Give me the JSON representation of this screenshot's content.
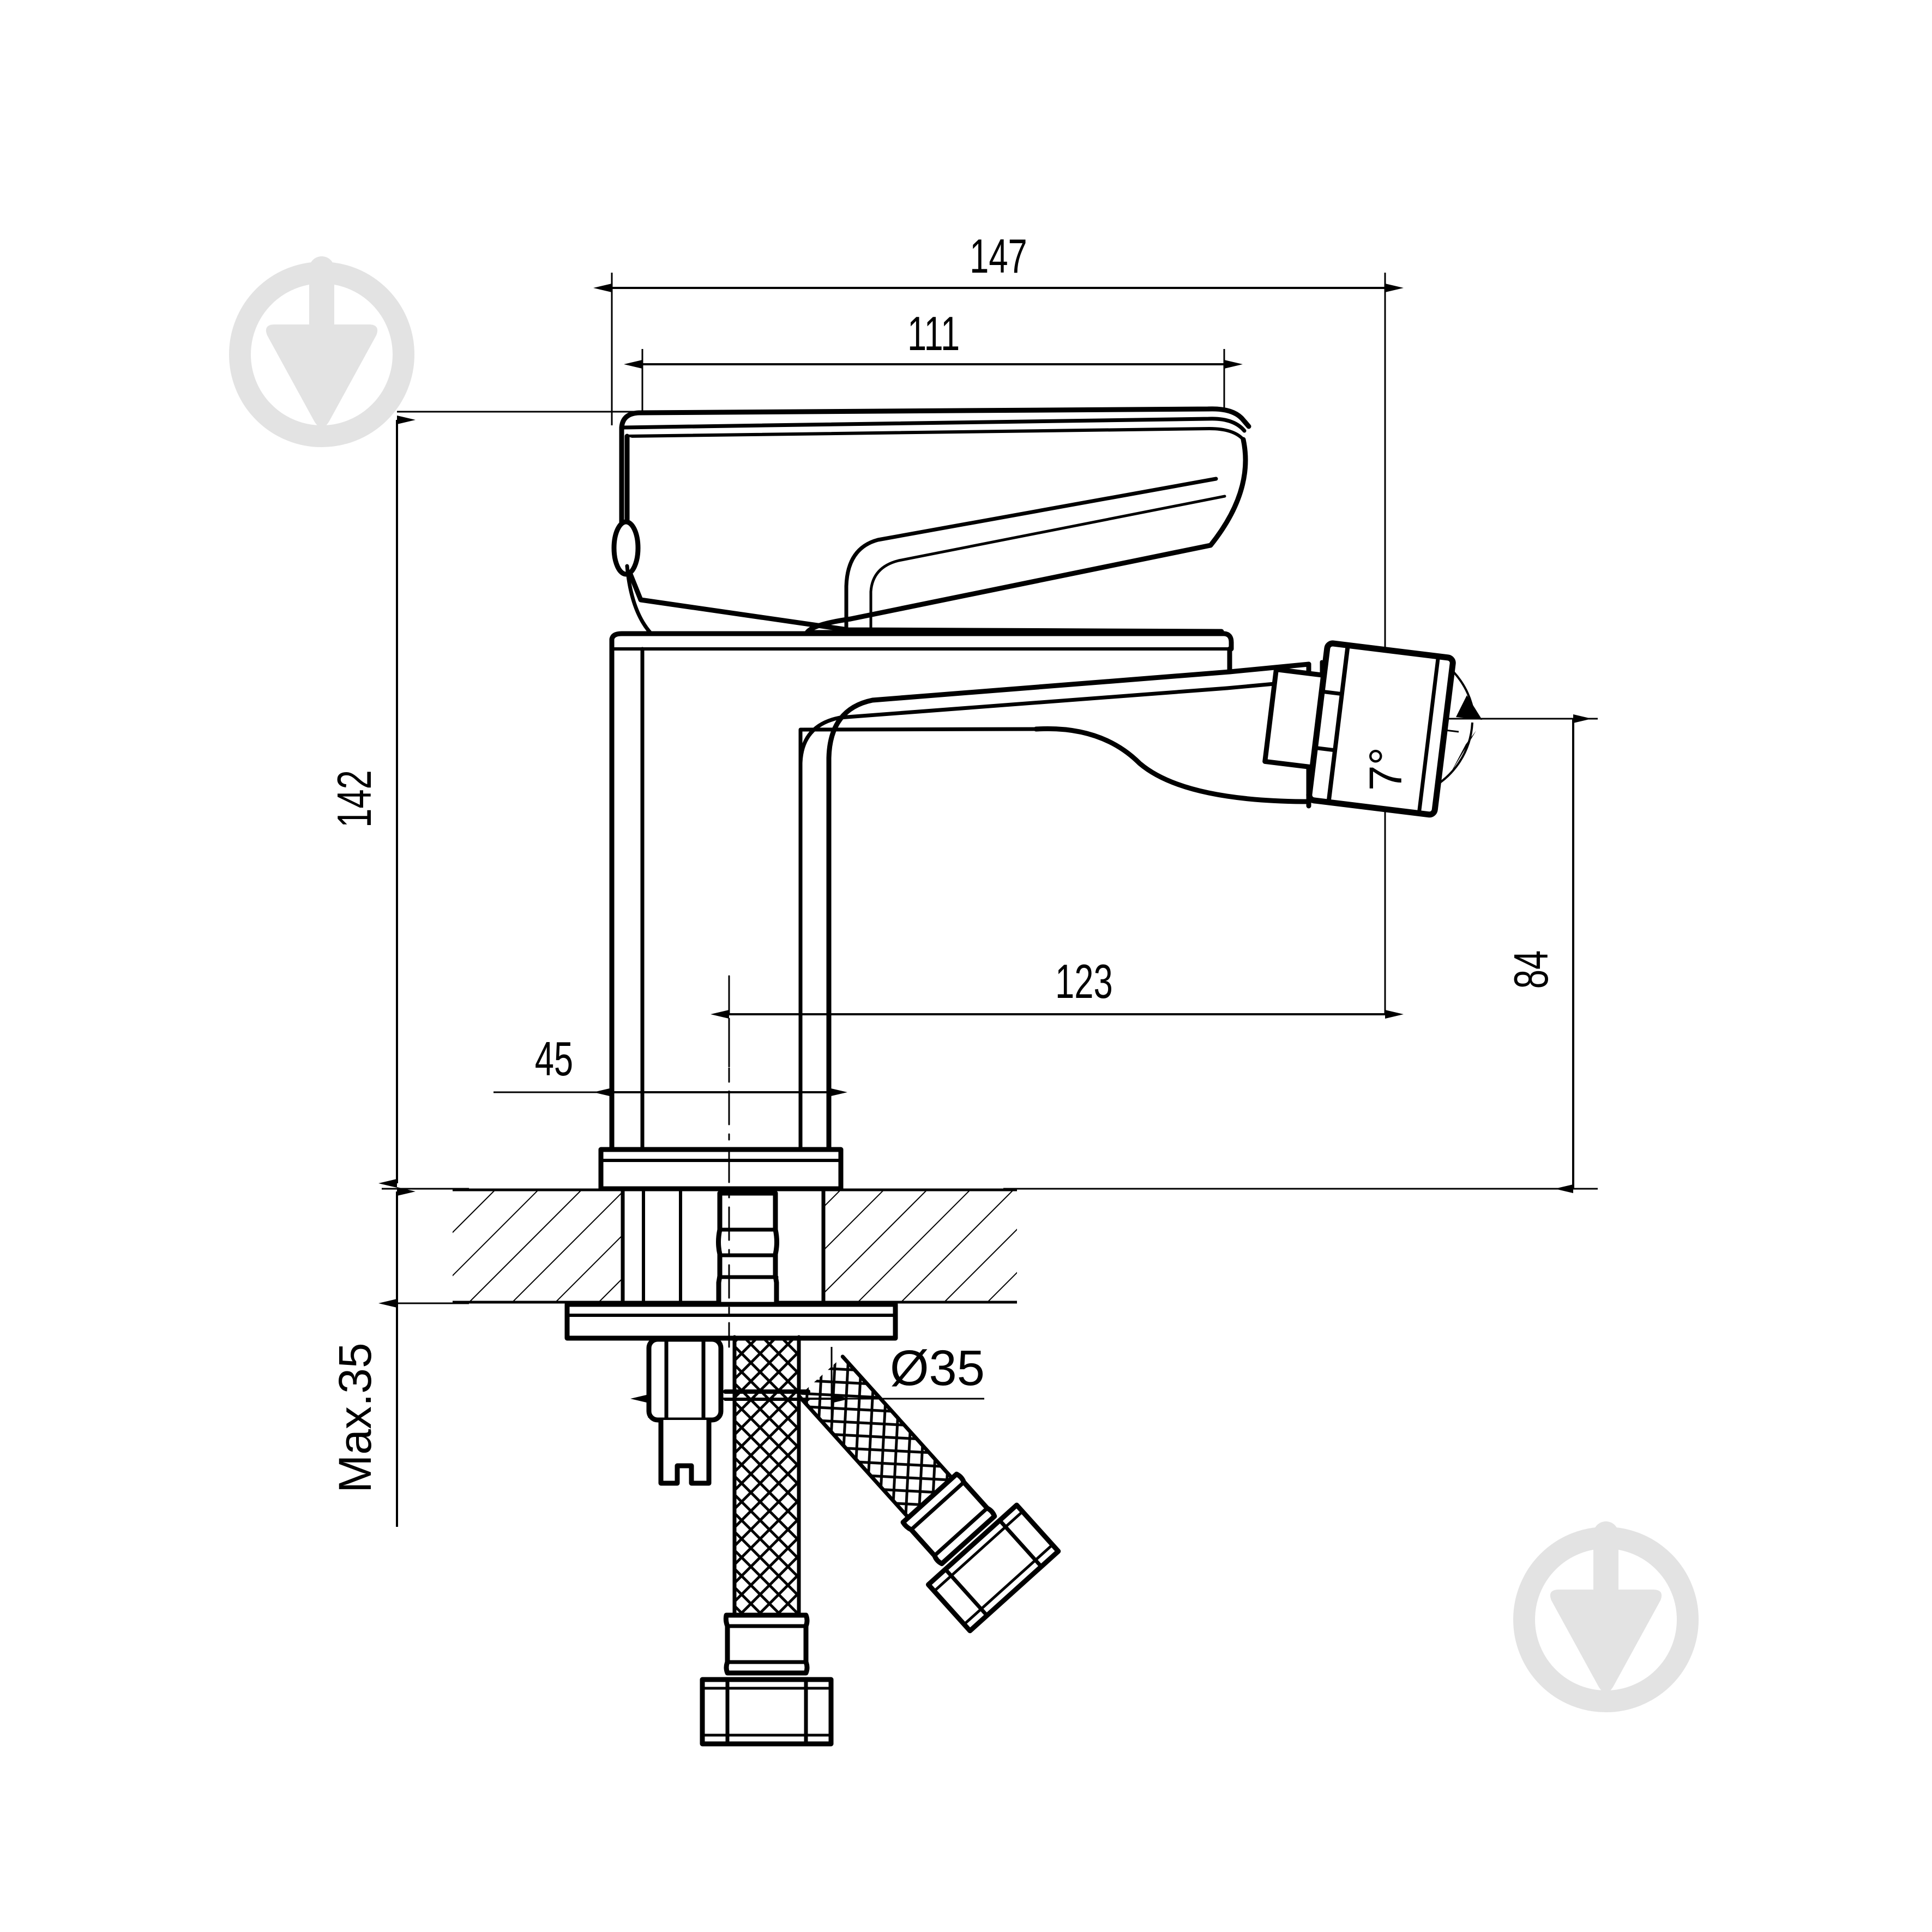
{
  "drawing": {
    "title": "Bidet Mixer Tap Technical Dimension Drawing",
    "units": "mm",
    "view": "side elevation with countertop cross-section",
    "background_color": "#ffffff",
    "line_color": "#000000",
    "watermark_color": "#e3e3e3"
  },
  "dimensions": {
    "overall_width": "147",
    "handle_width": "111",
    "overall_height": "142",
    "spout_reach": "123",
    "body_width": "45",
    "spout_height": "84",
    "hole_diameter": "Ø35",
    "max_thickness": "Max.35",
    "aerator_angle": "7°"
  },
  "labels": [
    {
      "id": "d147",
      "text": "147",
      "kind": "horizontal-dimension",
      "rotation": 0
    },
    {
      "id": "d111",
      "text": "111",
      "kind": "horizontal-dimension",
      "rotation": 0
    },
    {
      "id": "d142",
      "text": "142",
      "kind": "vertical-dimension",
      "rotation": -90
    },
    {
      "id": "d123",
      "text": "123",
      "kind": "horizontal-dimension",
      "rotation": 0
    },
    {
      "id": "d45",
      "text": "45",
      "kind": "horizontal-dimension",
      "rotation": 0
    },
    {
      "id": "d84",
      "text": "84",
      "kind": "vertical-dimension",
      "rotation": -90
    },
    {
      "id": "d35",
      "text": "Ø35",
      "kind": "diameter-dimension",
      "rotation": 0
    },
    {
      "id": "dmax",
      "text": "Max.35",
      "kind": "vertical-dimension",
      "rotation": -90
    },
    {
      "id": "dang",
      "text": "7°",
      "kind": "angular-dimension",
      "rotation": -90
    }
  ],
  "watermarks": [
    {
      "id": "watermark-top-left",
      "icon": "plumb-bob-in-ring-icon"
    },
    {
      "id": "watermark-bottom-right",
      "icon": "plumb-bob-in-ring-icon"
    }
  ],
  "parts": [
    {
      "id": "lever-handle",
      "name": "lever handle"
    },
    {
      "id": "cartridge-housing",
      "name": "cartridge housing body"
    },
    {
      "id": "spout-column",
      "name": "vertical spout column"
    },
    {
      "id": "spout-arm",
      "name": "horizontal spout arm"
    },
    {
      "id": "aerator",
      "name": "tilted aerator head"
    },
    {
      "id": "base-flange",
      "name": "base flange / escutcheon"
    },
    {
      "id": "countertop",
      "name": "countertop cross-section (hatched)"
    },
    {
      "id": "mounting-stud",
      "name": "threaded mounting stud"
    },
    {
      "id": "lower-washer",
      "name": "lower washer plate"
    },
    {
      "id": "hex-nut",
      "name": "hex lock nut"
    },
    {
      "id": "hose-straight",
      "name": "braided supply hose (straight)"
    },
    {
      "id": "hose-angled",
      "name": "braided supply hose (angled)"
    },
    {
      "id": "hose-nut-straight",
      "name": "hose coupling hex nut (straight)"
    },
    {
      "id": "hose-nut-angled",
      "name": "hose coupling hex nut (angled)"
    }
  ]
}
